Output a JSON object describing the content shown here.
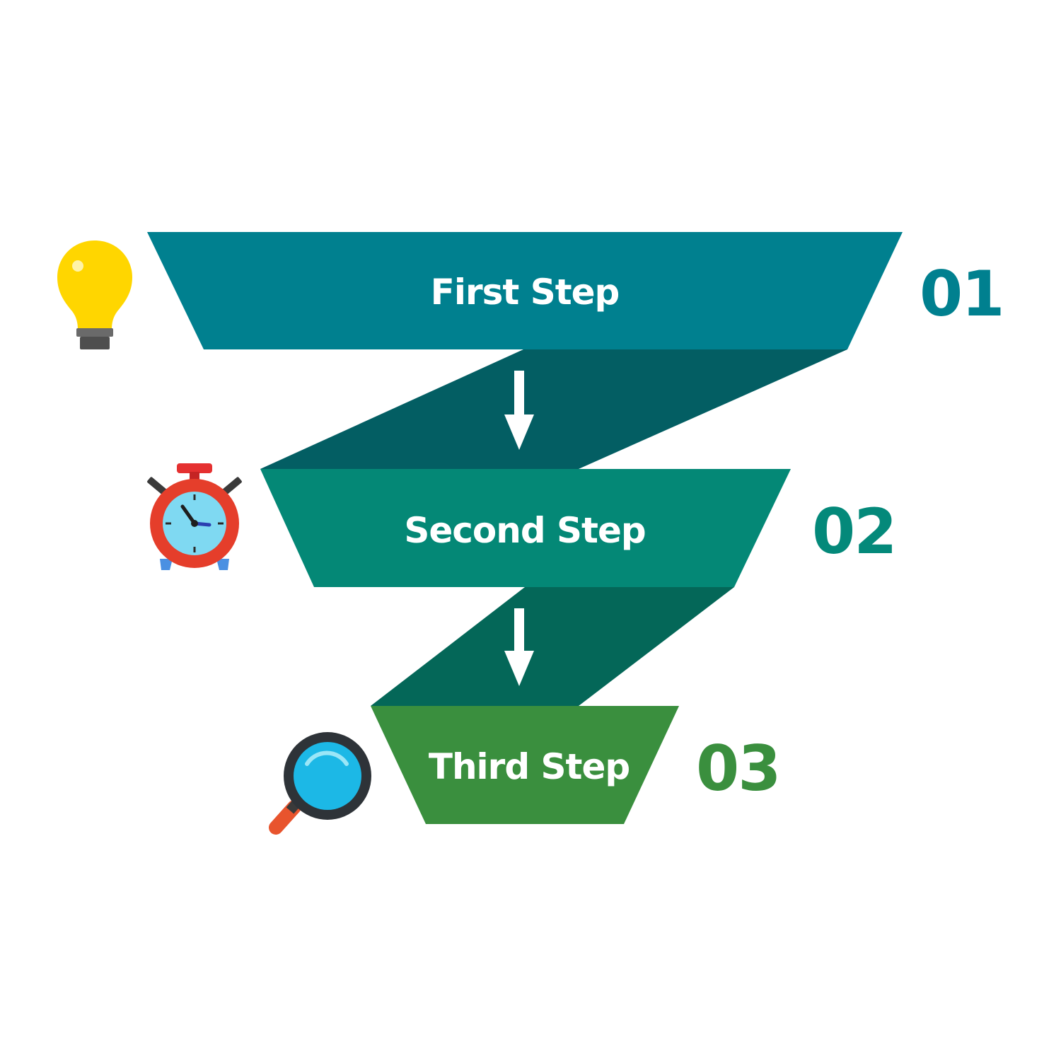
{
  "steps": [
    {
      "label": "First Step",
      "number": "01",
      "icon": "lightbulb-icon",
      "color": "#00808F",
      "number_color": "#00808F"
    },
    {
      "label": "Second Step",
      "number": "02",
      "icon": "alarm-clock-icon",
      "color": "#048876",
      "number_color": "#04897A"
    },
    {
      "label": "Third Step",
      "number": "03",
      "icon": "magnifier-icon",
      "color": "#3A8F3E",
      "number_color": "#3A8F3E"
    }
  ],
  "connector_colors": [
    "#035E63",
    "#046758"
  ],
  "arrow_color": "#ffffff"
}
